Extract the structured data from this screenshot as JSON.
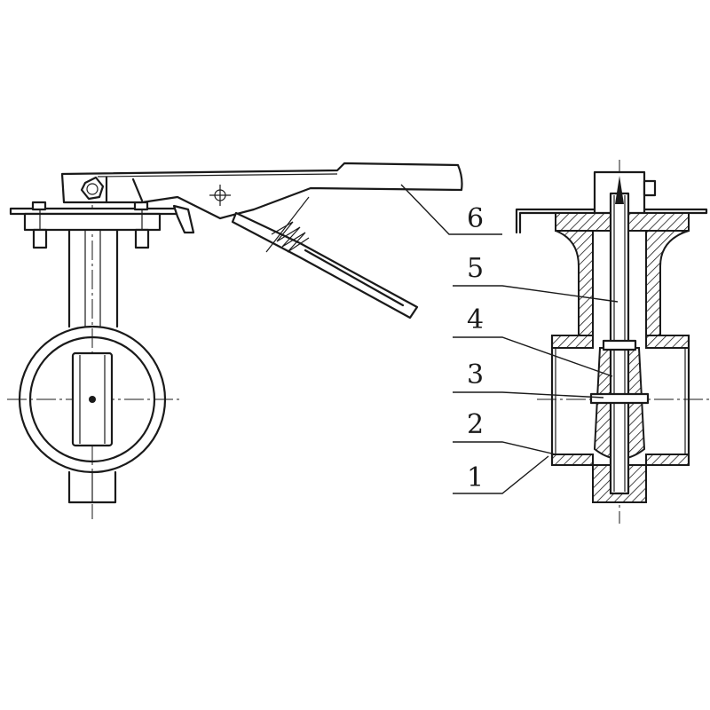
{
  "callouts": [
    {
      "id": "1",
      "label": "1"
    },
    {
      "id": "2",
      "label": "2"
    },
    {
      "id": "3",
      "label": "3"
    },
    {
      "id": "4",
      "label": "4"
    },
    {
      "id": "5",
      "label": "5"
    },
    {
      "id": "6",
      "label": "6"
    }
  ],
  "line_color": "#1a1a1a",
  "background": "#ffffff"
}
